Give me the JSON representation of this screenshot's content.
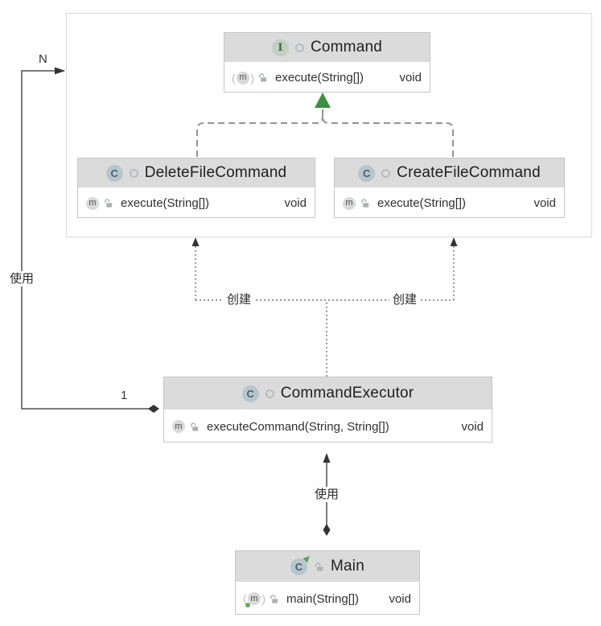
{
  "icons": {
    "interface_letter": "I",
    "class_letter": "C",
    "method_letter": "m"
  },
  "classes": {
    "command": {
      "name": "Command",
      "method": {
        "signature": "execute(String[])",
        "returns": "void"
      }
    },
    "delete_file_command": {
      "name": "DeleteFileCommand",
      "method": {
        "signature": "execute(String[])",
        "returns": "void"
      }
    },
    "create_file_command": {
      "name": "CreateFileCommand",
      "method": {
        "signature": "execute(String[])",
        "returns": "void"
      }
    },
    "command_executor": {
      "name": "CommandExecutor",
      "method": {
        "signature": "executeCommand(String, String[])",
        "returns": "void"
      }
    },
    "main": {
      "name": "Main",
      "method": {
        "signature": "main(String[])",
        "returns": "void"
      }
    }
  },
  "edges": {
    "aggregation_commands": {
      "label": "使用",
      "source_multiplicity": "N",
      "target_multiplicity": "1"
    },
    "create_left": {
      "label": "创建"
    },
    "create_right": {
      "label": "创建"
    },
    "use_main_executor": {
      "label": "使用"
    }
  },
  "colors": {
    "header_bg": "#dbdbdb",
    "box_border": "#c6c6c6",
    "container_border": "#d9d9d9",
    "realization_green": "#3f8e43",
    "dashed_edge": "#8e978e",
    "dotted_edge": "#757575",
    "solid_edge": "#4f4f4f",
    "arrowhead": "#333333",
    "interface_icon_bg": "#c4cfc4",
    "class_icon_bg": "#b7c6cd"
  }
}
